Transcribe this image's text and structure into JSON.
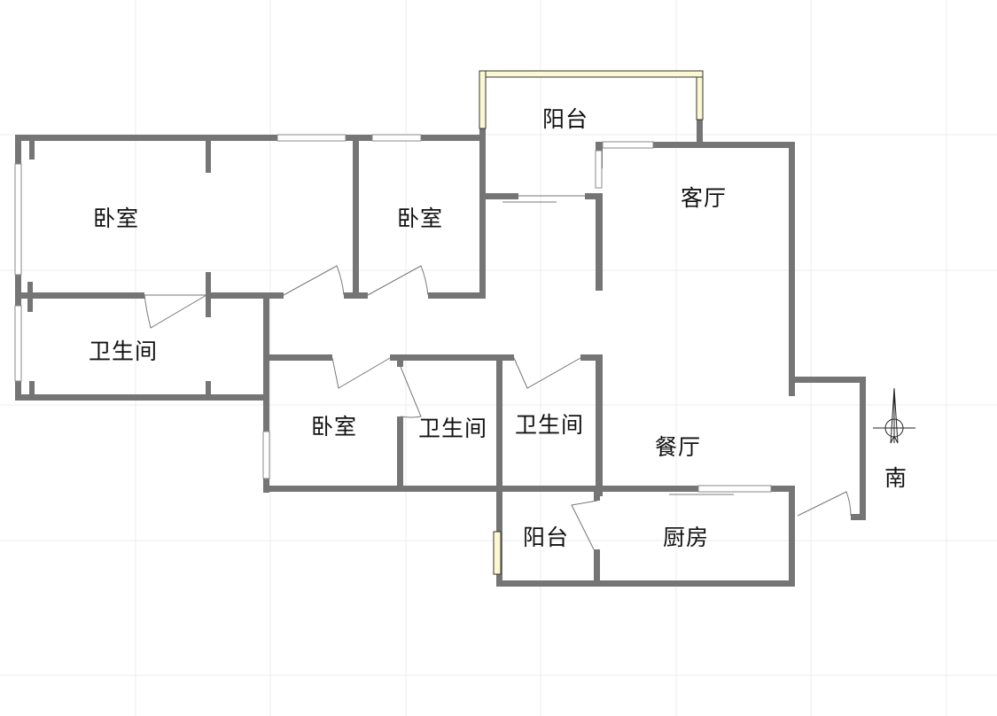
{
  "rooms": {
    "bedroom_1": "卧室",
    "bedroom_2": "卧室",
    "bedroom_3": "卧室",
    "bathroom_1": "卫生间",
    "bathroom_2": "卫生间",
    "bathroom_3": "卫生间",
    "balcony_north": "阳台",
    "balcony_south": "阳台",
    "living_room": "客厅",
    "dining_room": "餐厅",
    "kitchen": "厨房"
  },
  "compass": {
    "label": "南",
    "icon": "compass-icon"
  },
  "colors": {
    "wall": "#757575",
    "balcony_window": "#fbf8d2",
    "grid": "#ececec"
  }
}
